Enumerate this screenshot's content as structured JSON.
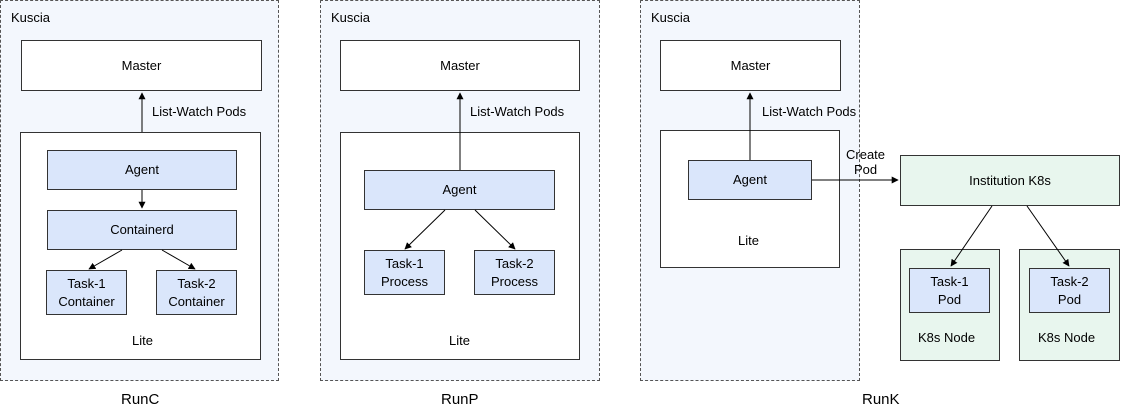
{
  "runc": {
    "title": "Kuscia",
    "master": "Master",
    "edge_label": "List-Watch Pods",
    "agent": "Agent",
    "containerd": "Containerd",
    "task1": "Task-1\nContainer",
    "task2": "Task-2\nContainer",
    "lite": "Lite",
    "caption": "RunC"
  },
  "runp": {
    "title": "Kuscia",
    "master": "Master",
    "edge_label": "List-Watch Pods",
    "agent": "Agent",
    "task1": "Task-1\nProcess",
    "task2": "Task-2\nProcess",
    "lite": "Lite",
    "caption": "RunP"
  },
  "runk": {
    "title": "Kuscia",
    "master": "Master",
    "edge_label": "List-Watch Pods",
    "agent": "Agent",
    "lite": "Lite",
    "create_pod": "Create\nPod",
    "institution": "Institution K8s",
    "task1": "Task-1\nPod",
    "task2": "Task-2\nPod",
    "node1": "K8s Node",
    "node2": "K8s Node",
    "caption": "RunK"
  },
  "colors": {
    "container_fill": "#f3f7fd",
    "component_fill": "#dae6fb",
    "k8s_fill": "#e8f6ee"
  }
}
